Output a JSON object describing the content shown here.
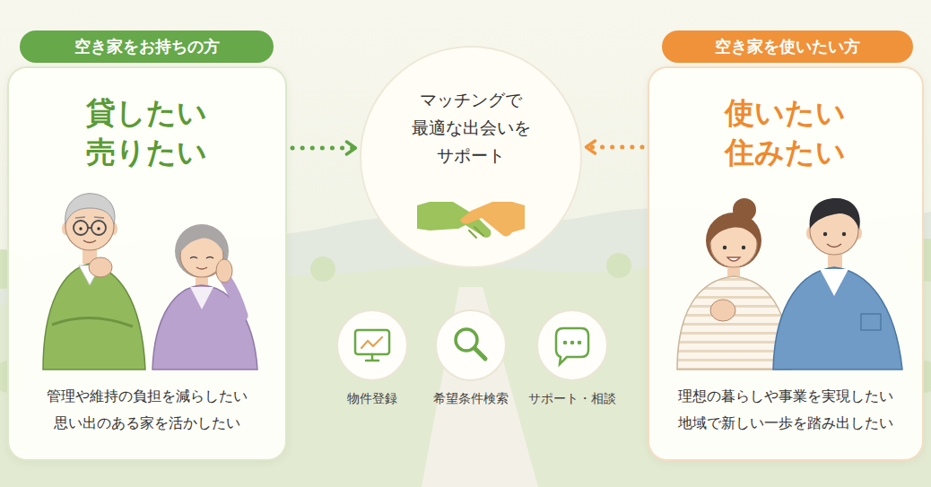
{
  "diagram": {
    "nodes": [
      {
        "text": [
          "空き家をお持ちの方"
        ]
      },
      {
        "text": [
          "貸したい 売りたい",
          "管理や維持の負担を減らしたい 思い出のある家を活かしたい"
        ]
      },
      {
        "text": [
          "マッチングで 最適な出会いを サポート"
        ]
      },
      {
        "text": [
          "物件登録"
        ]
      },
      {
        "text": [
          "希望条件検索"
        ]
      },
      {
        "text": [
          "サポート・相談"
        ]
      },
      {
        "text": [
          "空き家を使いたい方"
        ]
      },
      {
        "text": [
          "使いたい 住みたい",
          "理想の暮らしや事業を実現したい 地域で新しい一歩を踏み出したい"
        ]
      }
    ],
    "edges": [
      {
        "from": 1,
        "to": 2,
        "arrow": "to"
      },
      {
        "from": 7,
        "to": 2,
        "arrow": "to"
      }
    ]
  }
}
